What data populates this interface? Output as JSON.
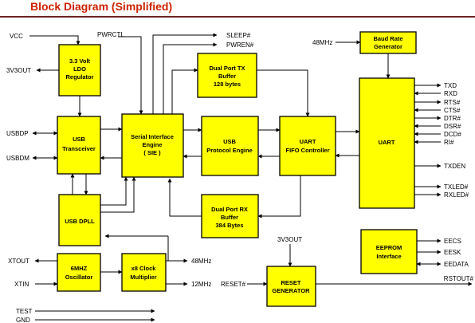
{
  "title": "Block Diagram (Simplified)",
  "blocks": {
    "ldo": [
      "3.3 Volt",
      "LDO",
      "Regulator"
    ],
    "usb_transceiver": [
      "USB",
      "Transceiver"
    ],
    "usb_dpll": [
      "USB DPLL"
    ],
    "sie": [
      "Serial Interface",
      "Engine",
      "( SIE )"
    ],
    "tx_buffer": [
      "Dual Port TX",
      "Buffer",
      "128 bytes"
    ],
    "protocol_engine": [
      "USB",
      "Protocol Engine"
    ],
    "rx_buffer": [
      "Dual Port RX",
      "Buffer",
      "384 Bytes"
    ],
    "uart_fifo": [
      "UART",
      "FIFO Controller"
    ],
    "baud_rate": [
      "Baud Rate",
      "Generator"
    ],
    "uart": [
      "UART"
    ],
    "eeprom": [
      "EEPROM",
      "Interface"
    ],
    "reset": [
      "RESET",
      "GENERATOR"
    ],
    "oscillator": [
      "6MHZ",
      "Oscillator"
    ],
    "clock_mult": [
      "x8 Clock",
      "Multiplier"
    ]
  },
  "signals": {
    "vcc": "VCC",
    "v3v3out": "3V3OUT",
    "usbdp": "USBDP",
    "usbdm": "USBDM",
    "xtout": "XTOUT",
    "xtin": "XTIN",
    "test": "TEST",
    "gnd": "GND",
    "pwrctl": "PWRCTL",
    "sleep": "SLEEP#",
    "pwren": "PWREN#",
    "mhz48_in": "48MHz",
    "mhz48_out": "48MHz",
    "mhz12": "12MHz",
    "v3v3out_reset": "3V3OUT",
    "reset_in": "RESET#",
    "rstout": "RSTOUT#",
    "uart_pins": [
      "TXD",
      "RXD",
      "RTS#",
      "CTS#",
      "DTR#",
      "DSR#",
      "DCD#",
      "RI#"
    ],
    "txden": "TXDEN",
    "txled": "TXLED#",
    "rxled": "RXLED#",
    "eeprom_pins": [
      "EECS",
      "EESK",
      "EEDATA"
    ]
  }
}
